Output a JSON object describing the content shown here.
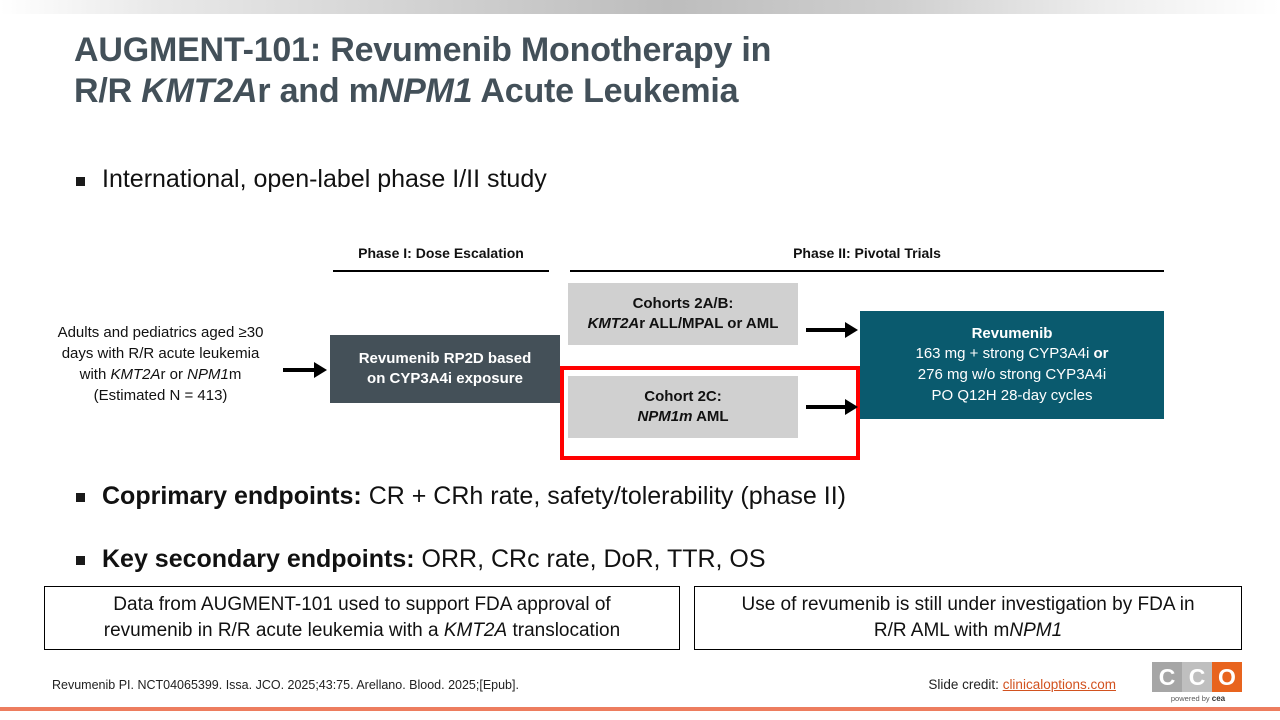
{
  "slide": {
    "title_line1_pre": "AUGMENT-101: Revumenib Monotherapy in",
    "title_line2_a": "R/R ",
    "title_line2_italic1": "KMT2A",
    "title_line2_b": "r and m",
    "title_line2_italic2": "NPM1",
    "title_line2_c": " Acute Leukemia",
    "study_design_bullet": "International, open-label phase I/II study"
  },
  "diagram": {
    "phase1_header": "Phase I: Dose Escalation",
    "phase2_header": "Phase II: Pivotal Trials",
    "patients": {
      "line1": "Adults and pediatrics aged ≥30",
      "line2": "days with R/R acute leukemia",
      "line3_a": "with ",
      "line3_italic1": "KMT2A",
      "line3_b": "r or ",
      "line3_italic2": "NPM1",
      "line3_c": "m",
      "line4": "(Estimated N = 413)"
    },
    "rp2d_box": {
      "line1": "Revumenib RP2D based",
      "line2": "on CYP3A4i exposure"
    },
    "cohort_ab": {
      "line1": "Cohorts 2A/B:",
      "line2_italic": "KMT2A",
      "line2_rest": "r ALL/MPAL or AML"
    },
    "cohort_2c": {
      "line1": "Cohort 2C:",
      "line2_italic": "NPM1m",
      "line2_rest": " AML"
    },
    "treatment_box": {
      "header": "Revumenib",
      "line1_a": "163 mg + strong CYP3A4i ",
      "line1_bold": "or",
      "line2": "276 mg w/o strong CYP3A4i",
      "line3": "PO Q12H 28-day cycles"
    },
    "highlight_color": "#ff0000"
  },
  "endpoints": {
    "coprimary_label": "Coprimary endpoints:",
    "coprimary_text": " CR + CRh rate, safety/tolerability (phase II)",
    "secondary_label": "Key secondary endpoints:",
    "secondary_text": " ORR, CRc rate, DoR, TTR, OS"
  },
  "callouts": {
    "left": {
      "line1": "Data from AUGMENT-101 used to support FDA approval of",
      "line2_a": "revumenib in R/R acute leukemia with a ",
      "line2_italic": "KMT2A",
      "line2_b": " translocation"
    },
    "right": {
      "line1": "Use of revumenib is still under investigation by FDA in",
      "line2_a": "R/R AML with m",
      "line2_italic": "NPM1"
    }
  },
  "footer": {
    "citation": "Revumenib PI. NCT04065399. Issa. JCO. 2025;43:75. Arellano. Blood. 2025;[Epub].",
    "credit_label": "Slide credit: ",
    "credit_link": "clinicaloptions.com",
    "logo_letters": [
      "C",
      "C",
      "O"
    ],
    "logo_tagline_pre": "powered by ",
    "logo_tagline_brand": "cea",
    "accent_color": "#ED7D5F"
  }
}
